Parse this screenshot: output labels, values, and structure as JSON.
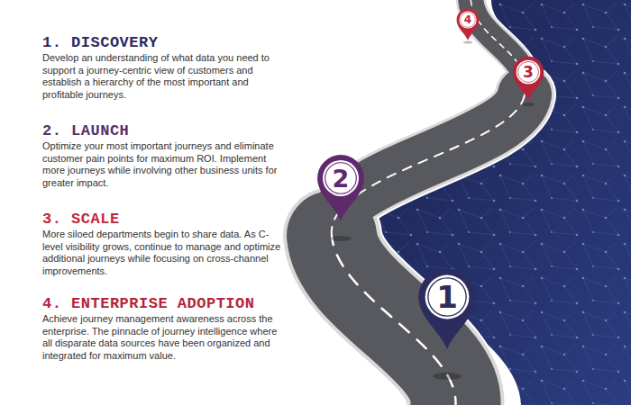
{
  "diagram": {
    "nodes": [
      {
        "text": [
          "1"
        ]
      },
      {
        "text": [
          "2"
        ]
      },
      {
        "text": [
          "3"
        ]
      },
      {
        "text": [
          "4"
        ]
      }
    ],
    "labels": [
      "1. DISCOVERY",
      "Develop an understanding of what data you need to support a journey-centric view of customers and establish a hierarchy of the most important and profitable journeys.",
      "2. LAUNCH",
      "Optimize your most important journeys and eliminate customer pain points for maximum ROI. Implement more journeys while involving other business units for greater impact.",
      "3. SCALE",
      "More siloed departments begin to share data. As C-level visibility grows, continue to manage and optimize additional journeys while focusing on cross-channel improvements.",
      "4. ENTERPRISE ADOPTION",
      "Achieve journey management awareness across the enterprise. The pinnacle of journey intelligence where all disparate data sources have been organized and integrated for maximum value."
    ]
  }
}
